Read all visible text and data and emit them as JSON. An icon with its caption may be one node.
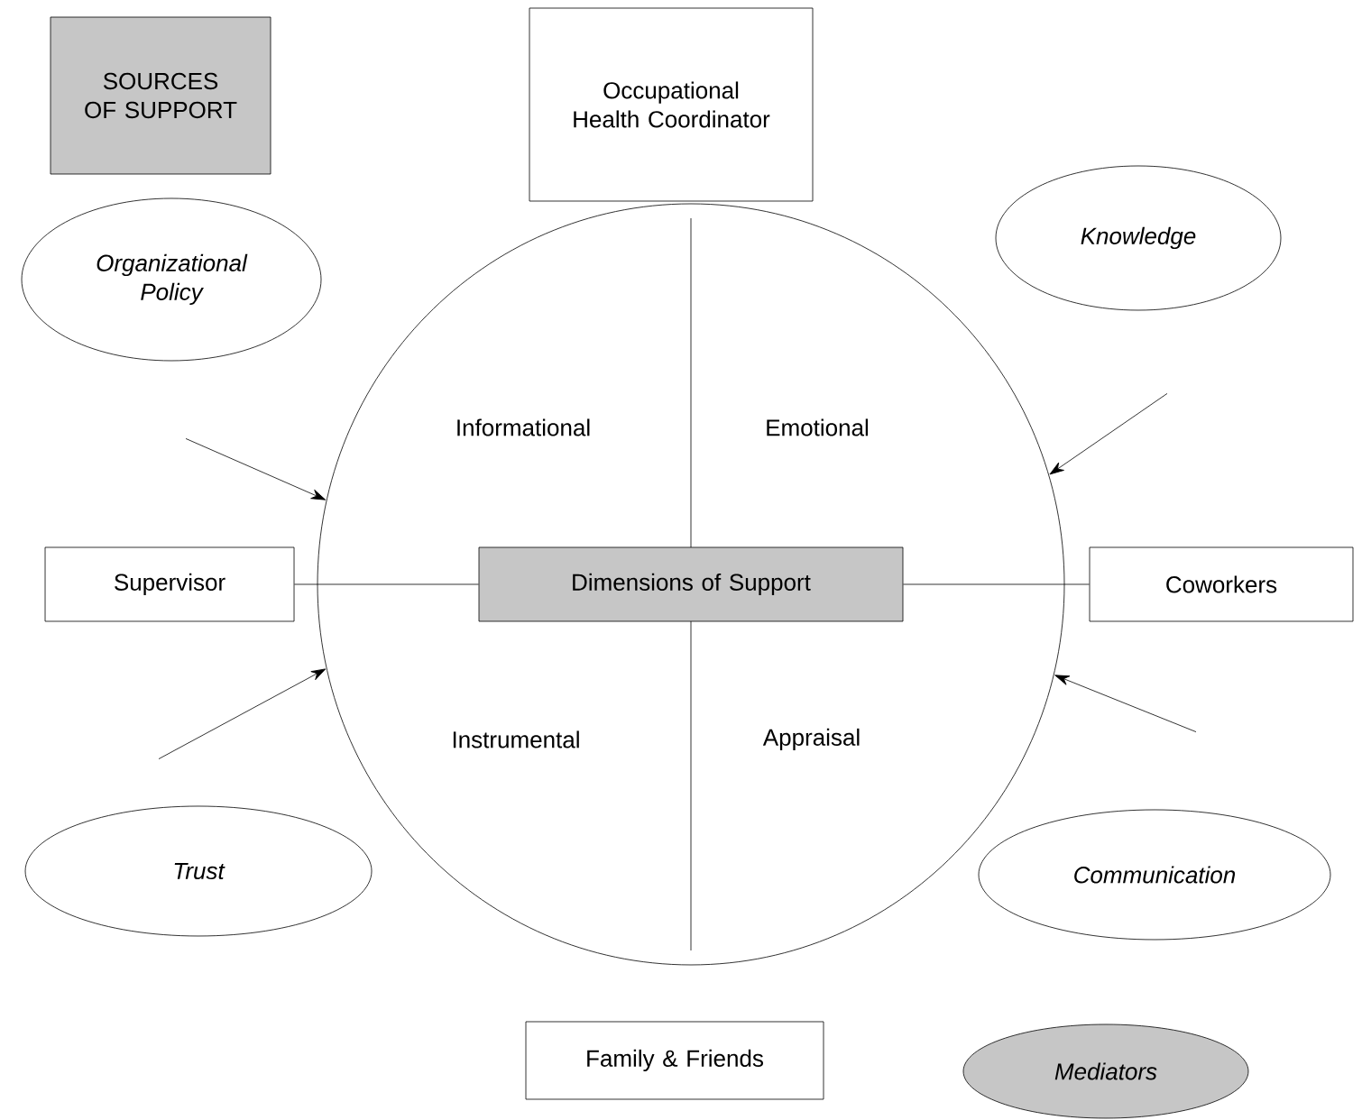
{
  "diagram": {
    "nodes": [
      {
        "text": [
          "SOURCES OF SUPPORT"
        ]
      },
      {
        "text": [
          "Occupational Health Coordinator"
        ]
      },
      {
        "text": [
          "Informational",
          "Emotional",
          "Instrumental",
          "Appraisal"
        ]
      },
      {
        "text": [
          "Dimensions of Support"
        ],
        "in": 2
      },
      {
        "text": [
          "Organizational Policy"
        ]
      },
      {
        "text": [
          "Knowledge"
        ]
      },
      {
        "text": [
          "Supervisor"
        ]
      },
      {
        "text": [
          "Coworkers"
        ]
      },
      {
        "text": [
          "Trust"
        ]
      },
      {
        "text": [
          "Communication"
        ]
      },
      {
        "text": [
          "Family & Friends"
        ]
      },
      {
        "text": [
          "Mediators"
        ]
      }
    ],
    "edges": [
      {
        "from": 4,
        "to": 2,
        "arrow": "to"
      },
      {
        "from": 5,
        "to": 2,
        "arrow": "to"
      },
      {
        "from": 8,
        "to": 2,
        "arrow": "to"
      },
      {
        "from": 9,
        "to": 2,
        "arrow": "to"
      },
      {
        "from": 6,
        "to": 3,
        "arrow": "none"
      },
      {
        "from": 3,
        "to": 7,
        "arrow": "none"
      }
    ]
  }
}
